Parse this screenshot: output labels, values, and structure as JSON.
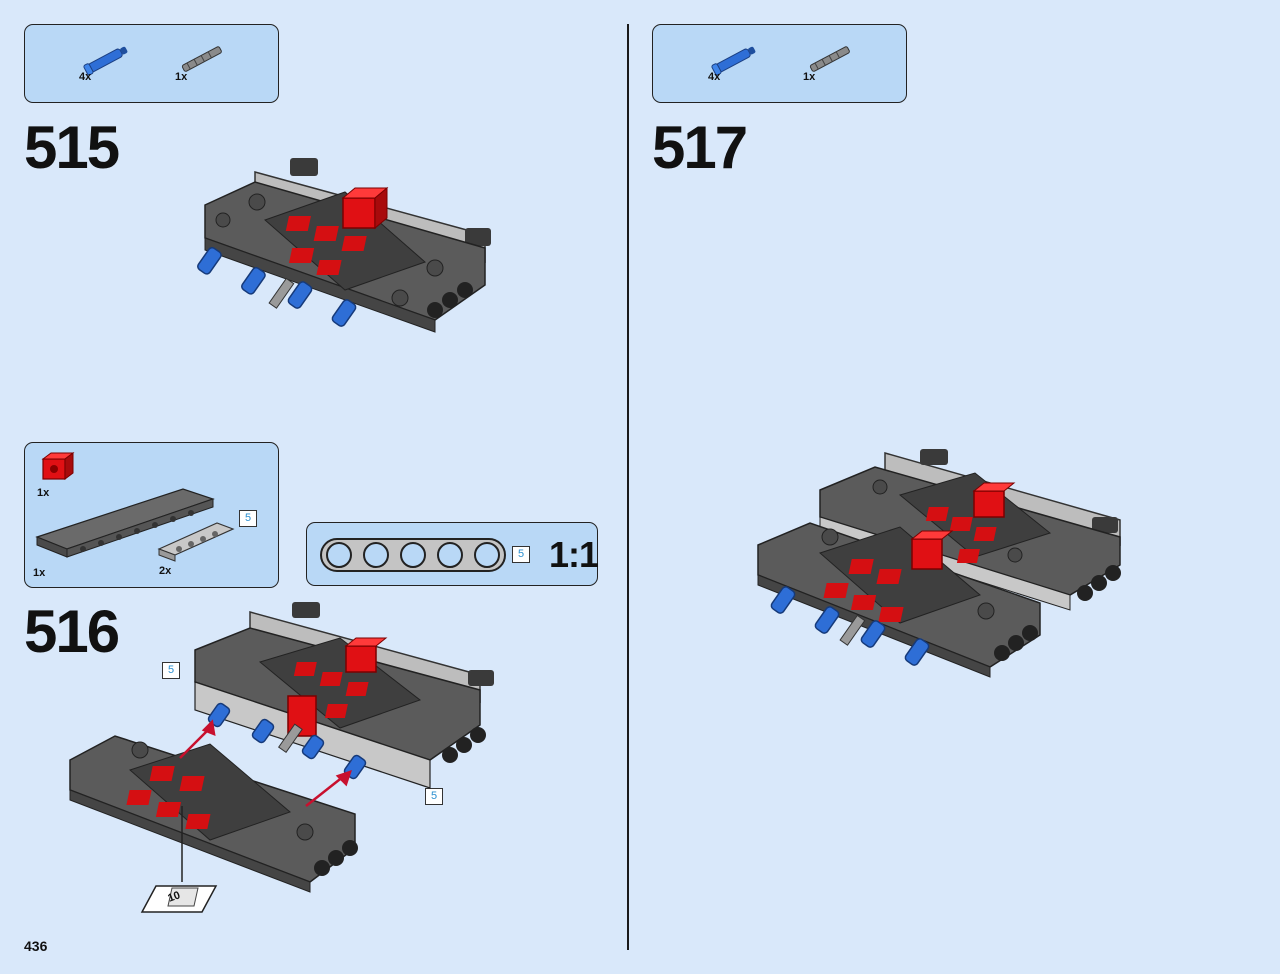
{
  "page": {
    "number": "436"
  },
  "colors": {
    "background": "#d9e8fa",
    "callout": "#b9d8f6",
    "dark_grey": "#5b5b5b",
    "light_grey": "#bdbdbd",
    "red": "#d50f12",
    "blue": "#2e6ed6",
    "badge_text": "#2a8fd0"
  },
  "steps": [
    {
      "number": "515",
      "parts": [
        {
          "icon": "blue-pin-icon",
          "qty": "4x"
        },
        {
          "icon": "grey-axle-icon",
          "qty": "1x"
        }
      ]
    },
    {
      "number": "516",
      "parts": [
        {
          "icon": "red-connector-icon",
          "qty": "1x"
        },
        {
          "icon": "dark-beam-icon",
          "qty": "1x"
        },
        {
          "icon": "light-beam-icon",
          "qty": "2x",
          "length": "5"
        }
      ],
      "scale": {
        "length": "5",
        "ratio": "1:1"
      },
      "badges": [
        "5",
        "5"
      ],
      "sticker": "10"
    },
    {
      "number": "517",
      "parts": [
        {
          "icon": "blue-pin-icon",
          "qty": "4x"
        },
        {
          "icon": "grey-axle-icon",
          "qty": "1x"
        }
      ]
    }
  ]
}
